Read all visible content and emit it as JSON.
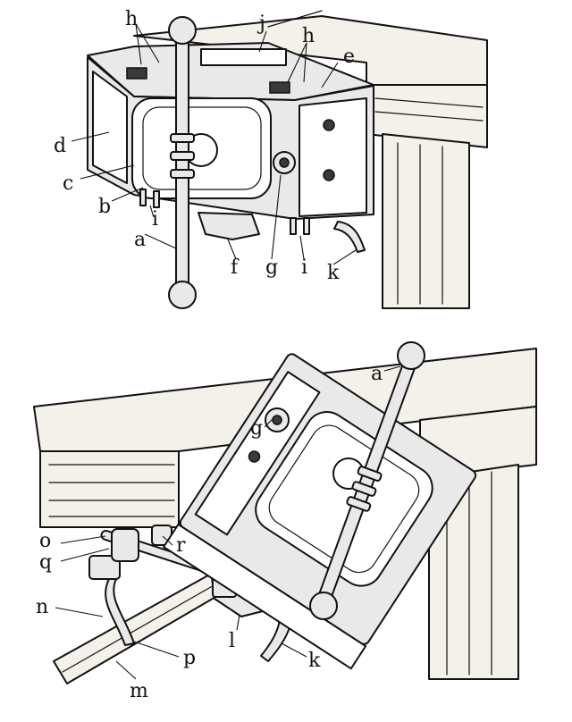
{
  "figure": {
    "top_labels": {
      "a": "a",
      "b": "b",
      "c": "c",
      "d": "d",
      "e": "e",
      "f": "f",
      "g": "g",
      "h1": "h",
      "h2": "h",
      "i1": "i",
      "i2": "i",
      "j": "j",
      "k": "k"
    },
    "bottom_labels": {
      "a": "a",
      "g": "g",
      "k": "k",
      "l": "l",
      "m": "m",
      "n": "n",
      "o": "o",
      "p": "p",
      "q": "q",
      "r": "r"
    }
  }
}
